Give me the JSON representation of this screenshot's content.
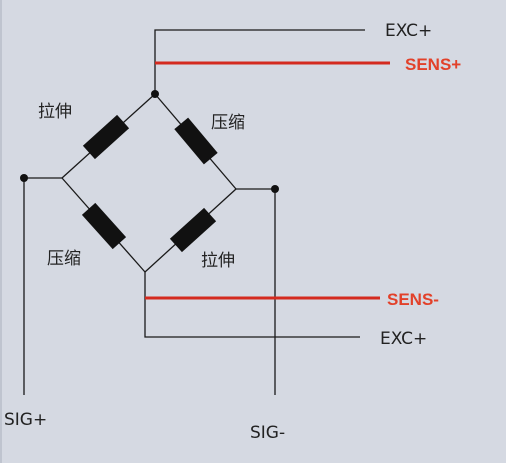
{
  "diagram": {
    "labels": {
      "exc_plus_top": "EXC+",
      "sens_plus": "SENS+",
      "sens_minus": "SENS-",
      "exc_plus_bottom": "EXC+",
      "sig_plus": "SIG+",
      "sig_minus": "SIG-",
      "tension_top_left": "拉伸",
      "compression_top_right": "压缩",
      "compression_bottom_left": "压缩",
      "tension_bottom_right": "拉伸"
    },
    "colors": {
      "background": "#d5d9e2",
      "wire": "#1a1a1a",
      "sense_wire": "#d42a1f",
      "sense_text": "#e2412a",
      "resistor": "#111111"
    }
  }
}
